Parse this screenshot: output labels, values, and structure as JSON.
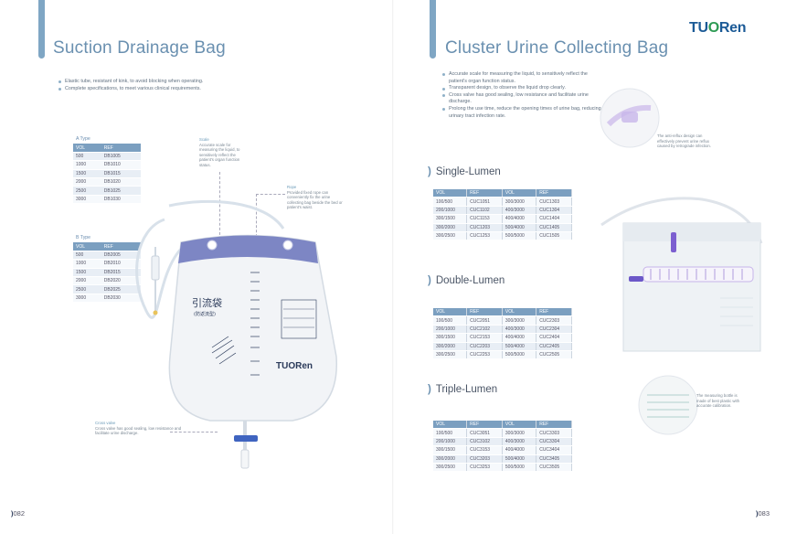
{
  "left": {
    "title": "Suction Drainage Bag",
    "bullets": [
      "Elastic tube, resistant of kink, to avoid blocking when operating.",
      "Complete specifications, to meet various clinical requirements."
    ],
    "table_a": {
      "caption": "A Type",
      "headers": [
        "VOL",
        "REF"
      ],
      "rows": [
        [
          "500",
          "DB1005"
        ],
        [
          "1000",
          "DB1010"
        ],
        [
          "1500",
          "DB1015"
        ],
        [
          "2000",
          "DB1020"
        ],
        [
          "2500",
          "DB1025"
        ],
        [
          "3000",
          "DB1030"
        ]
      ]
    },
    "table_b": {
      "caption": "B Type",
      "headers": [
        "VOL",
        "REF"
      ],
      "rows": [
        [
          "500",
          "DB2005"
        ],
        [
          "1000",
          "DB2010"
        ],
        [
          "1500",
          "DB2015"
        ],
        [
          "2000",
          "DB2020"
        ],
        [
          "2500",
          "DB2025"
        ],
        [
          "3000",
          "DB2030"
        ]
      ]
    },
    "note_scale": {
      "title": "Scale",
      "text": "Accurate scale for measuring the liquid, to sensitively reflect the patient's organ function status."
    },
    "note_rope": {
      "title": "Rope",
      "text": "Provided fixed rope can conveniently fix the urine collecting bag beside the bed or patient's waist."
    },
    "note_valve": {
      "title": "Cross valve",
      "text": "Cross valve has good sealing, low resistance and facilitate urine discharge."
    },
    "bag_label_cn": "引流袋",
    "bag_sublabel_cn": "(防返流型)",
    "bag_brand": "TUORen",
    "page_number": "082"
  },
  "right": {
    "logo": {
      "part1": "TU",
      "part2": "O",
      "part3": "Ren"
    },
    "title": "Cluster Urine Collecting Bag",
    "bullets": [
      "Accurate scale for measuring the liquid, to sensitively reflect the patient's organ function status.",
      "Transparent design, to observe the liquid drop clearly.",
      "Cross valve has good sealing, low resistance and facilitate urine discharge.",
      "Prolong the use time, reduce the opening times of urine bag, reducing urinary tract infection rate."
    ],
    "sections": [
      {
        "label": "Single-Lumen",
        "headers": [
          "VOL",
          "REF",
          "VOL",
          "REF"
        ],
        "rows": [
          [
            "100/500",
            "CUC1051",
            "300/3000",
            "CUC1303"
          ],
          [
            "200/1000",
            "CUC1102",
            "400/3000",
            "CUC1304"
          ],
          [
            "300/1500",
            "CUC1153",
            "400/4000",
            "CUC1404"
          ],
          [
            "300/2000",
            "CUC1203",
            "500/4000",
            "CUC1405"
          ],
          [
            "300/2500",
            "CUC1253",
            "500/5000",
            "CUC1505"
          ]
        ]
      },
      {
        "label": "Double-Lumen",
        "headers": [
          "VOL",
          "REF",
          "VOL",
          "REF"
        ],
        "rows": [
          [
            "100/500",
            "CUC2051",
            "300/3000",
            "CUC2303"
          ],
          [
            "200/1000",
            "CUC2102",
            "400/3000",
            "CUC2304"
          ],
          [
            "300/1500",
            "CUC2153",
            "400/4000",
            "CUC2404"
          ],
          [
            "300/2000",
            "CUC2203",
            "500/4000",
            "CUC2405"
          ],
          [
            "300/2500",
            "CUC2253",
            "500/5000",
            "CUC2505"
          ]
        ]
      },
      {
        "label": "Triple-Lumen",
        "headers": [
          "VOL",
          "REF",
          "VOL",
          "REF"
        ],
        "rows": [
          [
            "100/500",
            "CUC3051",
            "300/3000",
            "CUC3303"
          ],
          [
            "200/1000",
            "CUC3102",
            "400/3000",
            "CUC3304"
          ],
          [
            "300/1500",
            "CUC3153",
            "400/4000",
            "CUC3404"
          ],
          [
            "300/2000",
            "CUC3203",
            "500/4000",
            "CUC3405"
          ],
          [
            "300/2500",
            "CUC3253",
            "500/5000",
            "CUC3505"
          ]
        ]
      }
    ],
    "note_antireflux": "The anti-reflux design can effectively prevent urine reflux caused by retrograde infection.",
    "note_bottle": "The measuring bottle is made of best plastic with accurate calibration.",
    "page_number": "083"
  },
  "colors": {
    "accent": "#6a90b0",
    "table_header": "#7b9fc0",
    "logo_blue": "#1b5a96",
    "logo_green": "#2e9b54"
  }
}
